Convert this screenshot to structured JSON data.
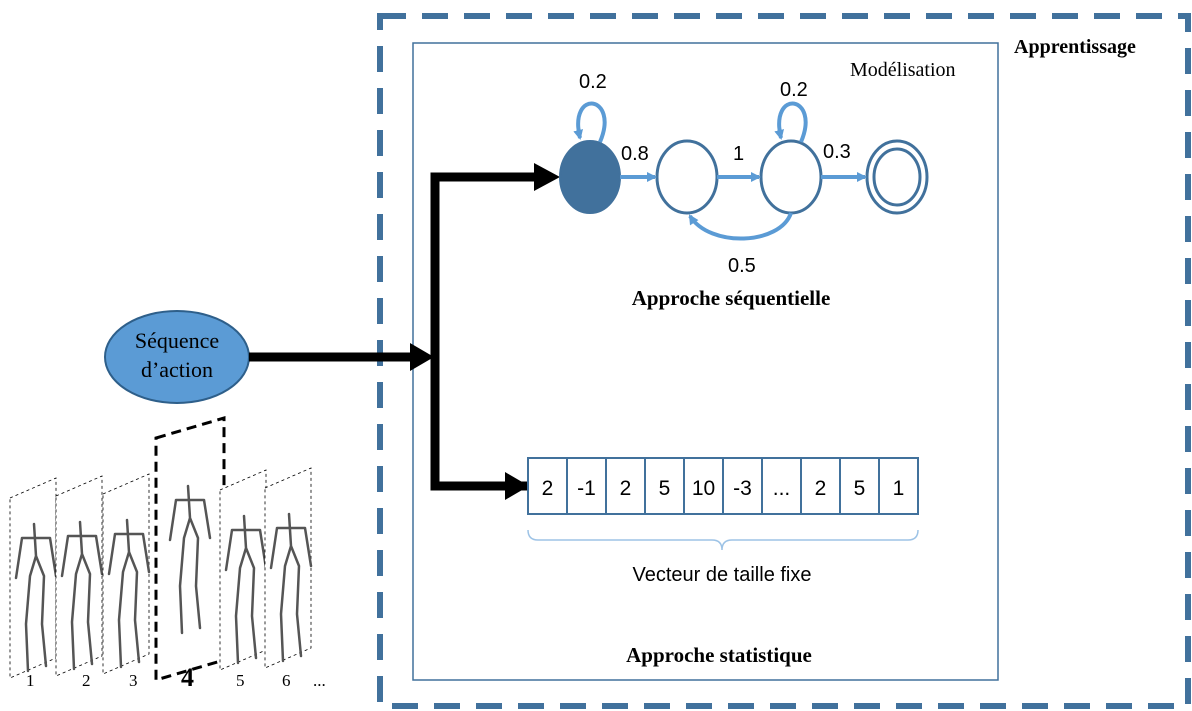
{
  "learning_box": {
    "title": "Apprentissage"
  },
  "modeling_box": {
    "title": "Modélisation"
  },
  "input_node": {
    "line1": "Séquence",
    "line2": "d’action"
  },
  "sequential": {
    "title": "Approche séquentielle",
    "edges": {
      "self_loop_start": "0.2",
      "start_to_s1": "0.8",
      "s1_to_s2": "1",
      "self_loop_s2": "0.2",
      "s2_to_end": "0.3",
      "s2_to_s1": "0.5"
    }
  },
  "statistical": {
    "title": "Approche statistique",
    "vector_cells": [
      "2",
      "-1",
      "2",
      "5",
      "10",
      "-3",
      "...",
      "2",
      "5",
      "1"
    ],
    "vector_caption": "Vecteur de taille fixe"
  },
  "frames": {
    "labels": [
      "1",
      "2",
      "3",
      "4",
      "5",
      "6",
      "..."
    ],
    "highlighted_index": 3
  },
  "colors": {
    "dashed_border": "#41719c",
    "node_fill_dark": "#41719c",
    "edge_blue": "#5b9bd5",
    "input_fill": "#5b9bd5",
    "input_stroke": "#2e5f8a",
    "black": "#000000"
  }
}
